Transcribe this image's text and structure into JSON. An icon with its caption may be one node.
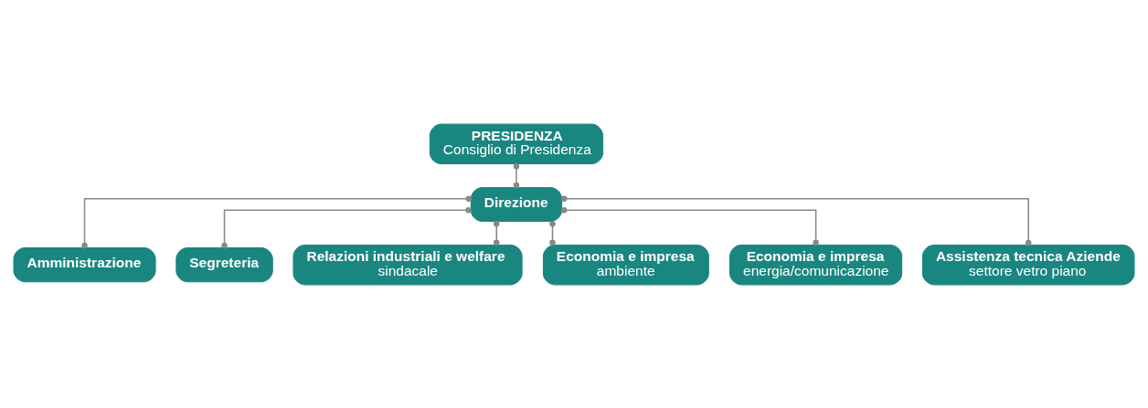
{
  "diagram": {
    "nodes": [
      {
        "text": [
          "PRESIDENZA",
          "Consiglio di Presidenza"
        ]
      },
      {
        "text": [
          "Direzione"
        ]
      },
      {
        "text": [
          "Amministrazione"
        ]
      },
      {
        "text": [
          "Segreteria"
        ]
      },
      {
        "text": [
          "Relazioni industriali e welfare",
          "sindacale"
        ]
      },
      {
        "text": [
          "Economia e impresa",
          "ambiente"
        ]
      },
      {
        "text": [
          "Economia e impresa",
          "energia/comunicazione"
        ]
      },
      {
        "text": [
          "Assistenza tecnica Aziende",
          "settore vetro piano"
        ]
      }
    ],
    "edges": [
      {
        "from": 0,
        "to": 1,
        "arrow": "other"
      },
      {
        "from": 1,
        "to": 2,
        "arrow": "other"
      },
      {
        "from": 1,
        "to": 3,
        "arrow": "other"
      },
      {
        "from": 1,
        "to": 4,
        "arrow": "other"
      },
      {
        "from": 1,
        "to": 5,
        "arrow": "other"
      },
      {
        "from": 1,
        "to": 6,
        "arrow": "other"
      },
      {
        "from": 1,
        "to": 7,
        "arrow": "other"
      }
    ]
  }
}
